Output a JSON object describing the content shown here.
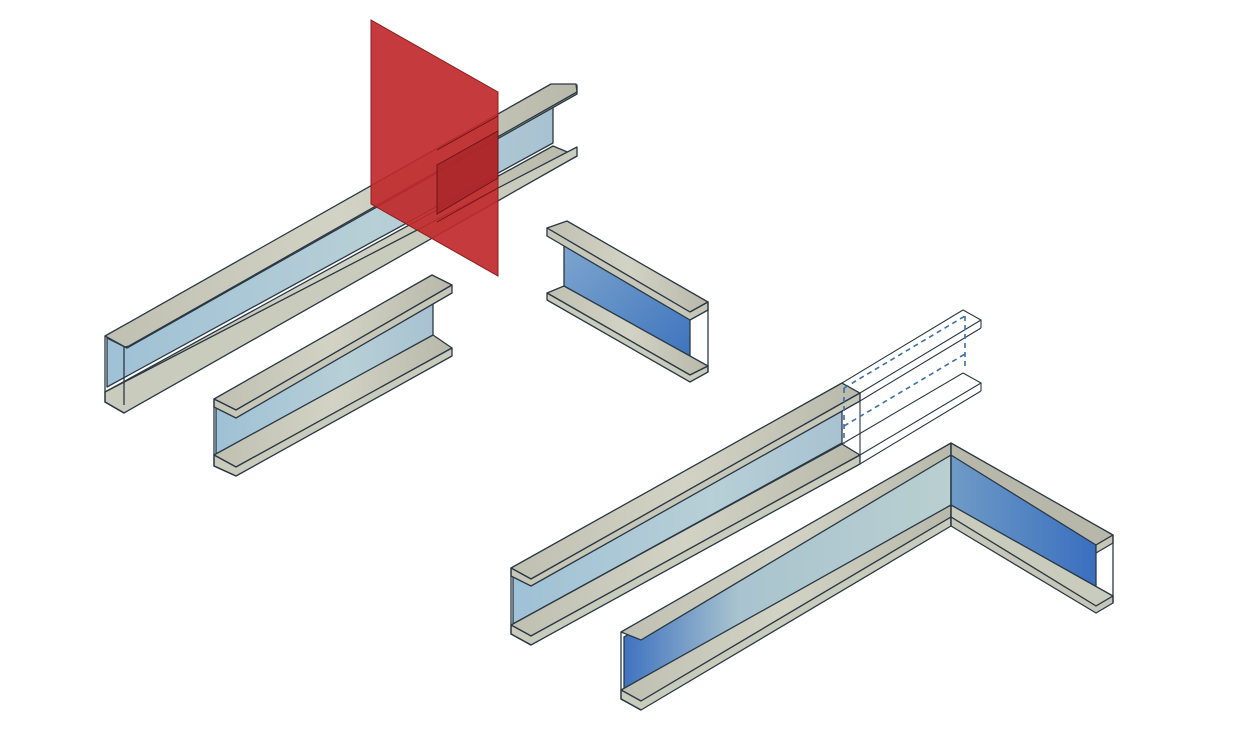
{
  "scene": {
    "description_visible_text": "",
    "colors": {
      "cutting_plane": "#c0292b",
      "flange_face": "#c4c4b4",
      "web_face_light": "#a9c6d6",
      "web_face_dark": "#3f74bf",
      "edge_stroke": "#2a3844",
      "removed_segment_dash": "#3a6fa8"
    },
    "groups": [
      {
        "name": "split-operation",
        "parts": [
          "original-channel",
          "cutting-plane",
          "result-channel-long",
          "result-channel-short"
        ]
      },
      {
        "name": "miter-operation",
        "parts": [
          "channel-with-removed-segment",
          "mitered-corner-channels"
        ]
      }
    ]
  }
}
